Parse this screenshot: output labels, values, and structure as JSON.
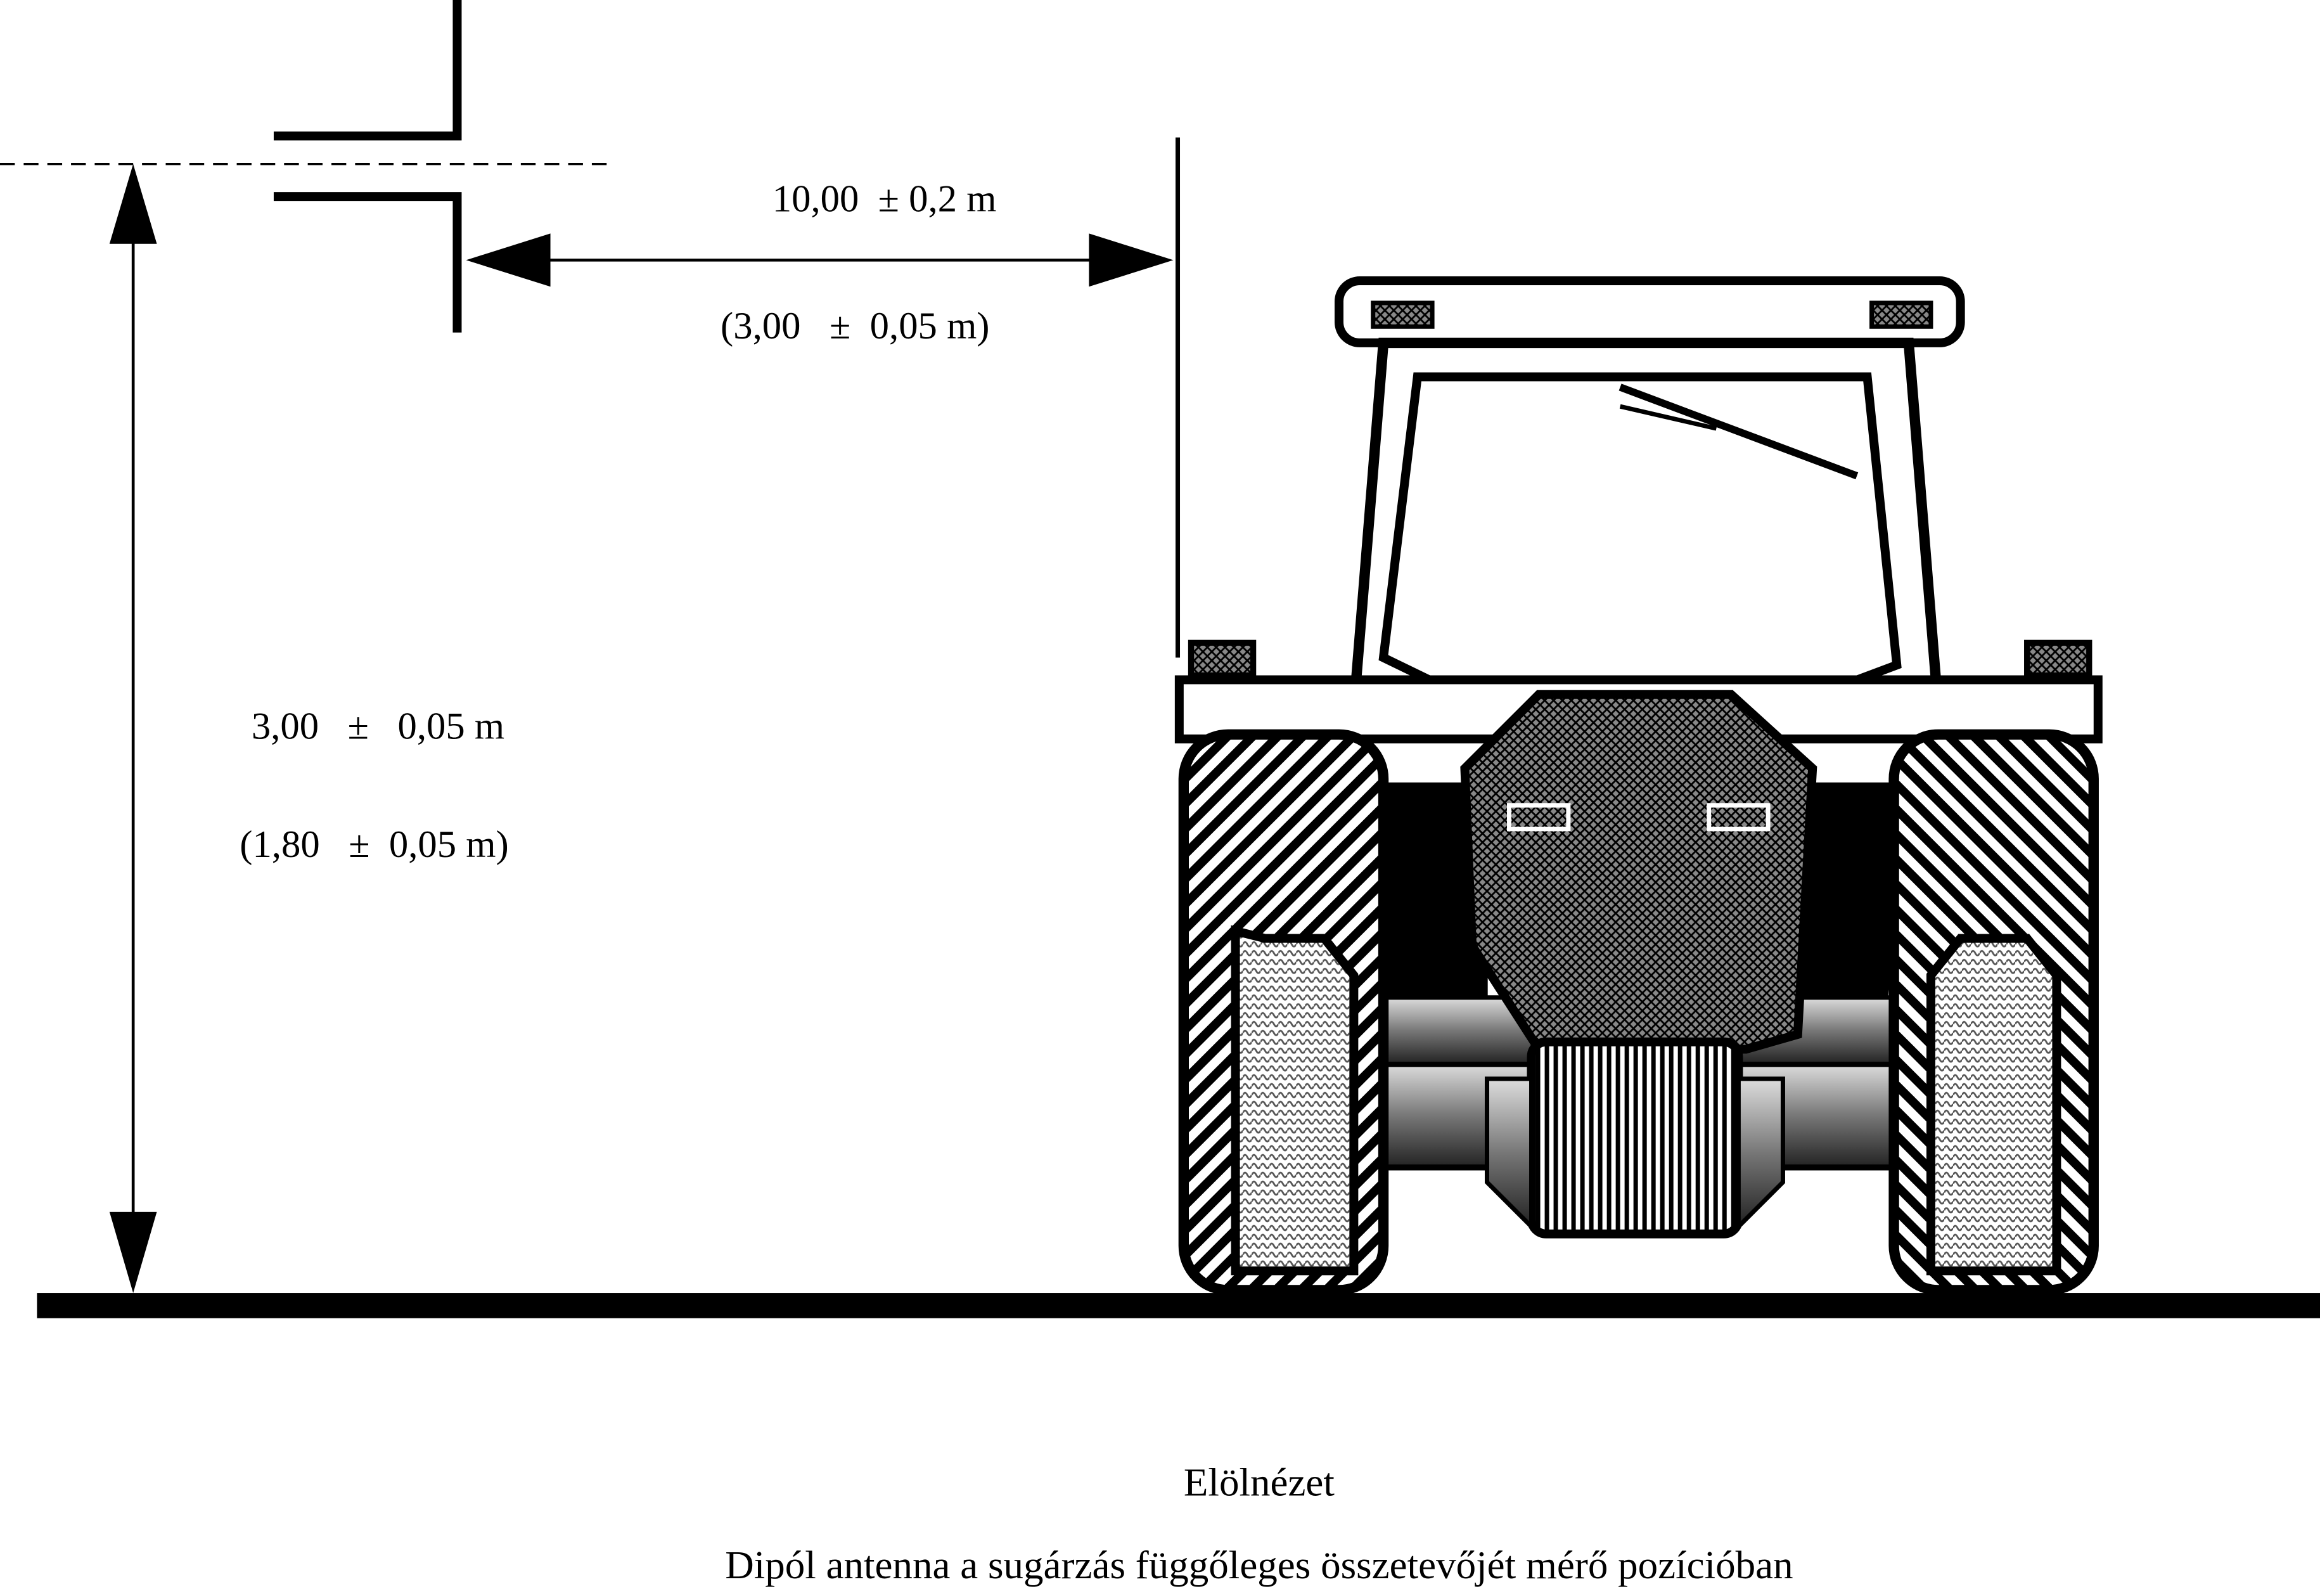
{
  "dimensions": {
    "horizontal_distance": "10,00  ± 0,2 m",
    "horizontal_distance_alt": "(3,00   ±  0,05 m)",
    "antenna_height": "3,00   ±   0,05 m",
    "antenna_height_alt": "(1,80   ±  0,05 m)"
  },
  "caption": {
    "view": "Elölnézet",
    "title": "Dipól antenna a sugárzás függőleges összetevőjét mérő pozícióban"
  },
  "colors": {
    "ink": "#000000",
    "background": "#ffffff"
  }
}
